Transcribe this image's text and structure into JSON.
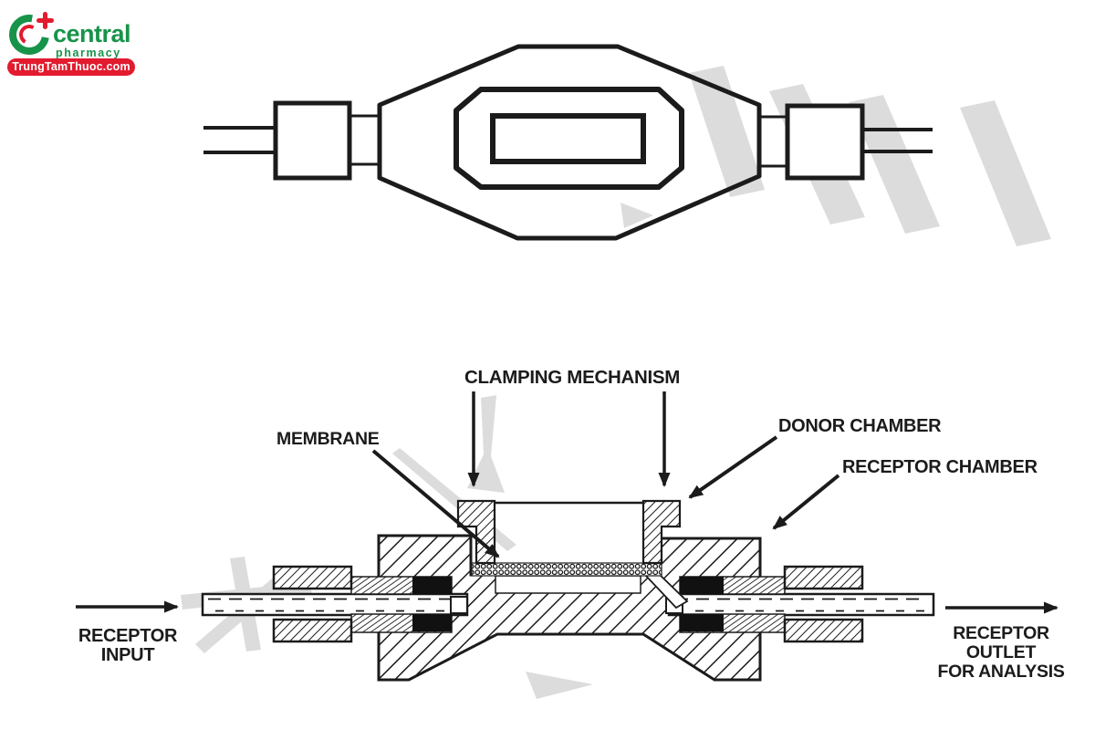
{
  "colors": {
    "brand-green": "#17934a",
    "brand-red": "#e21b2e",
    "ink": "#1b1b1b",
    "watermark": "#dcdcdc"
  },
  "logo": {
    "brand": "central",
    "tagline": "pharmacy",
    "badge": "TrungTamThuoc.com"
  },
  "cross_section": {
    "labels": {
      "clamping_mechanism": "CLAMPING MECHANISM",
      "membrane": "MEMBRANE",
      "donor_chamber": "DONOR CHAMBER",
      "receptor_chamber": "RECEPTOR CHAMBER",
      "receptor_input": [
        "RECEPTOR",
        "INPUT"
      ],
      "receptor_outlet": [
        "RECEPTOR",
        "OUTLET",
        "FOR ANALYSIS"
      ]
    }
  }
}
